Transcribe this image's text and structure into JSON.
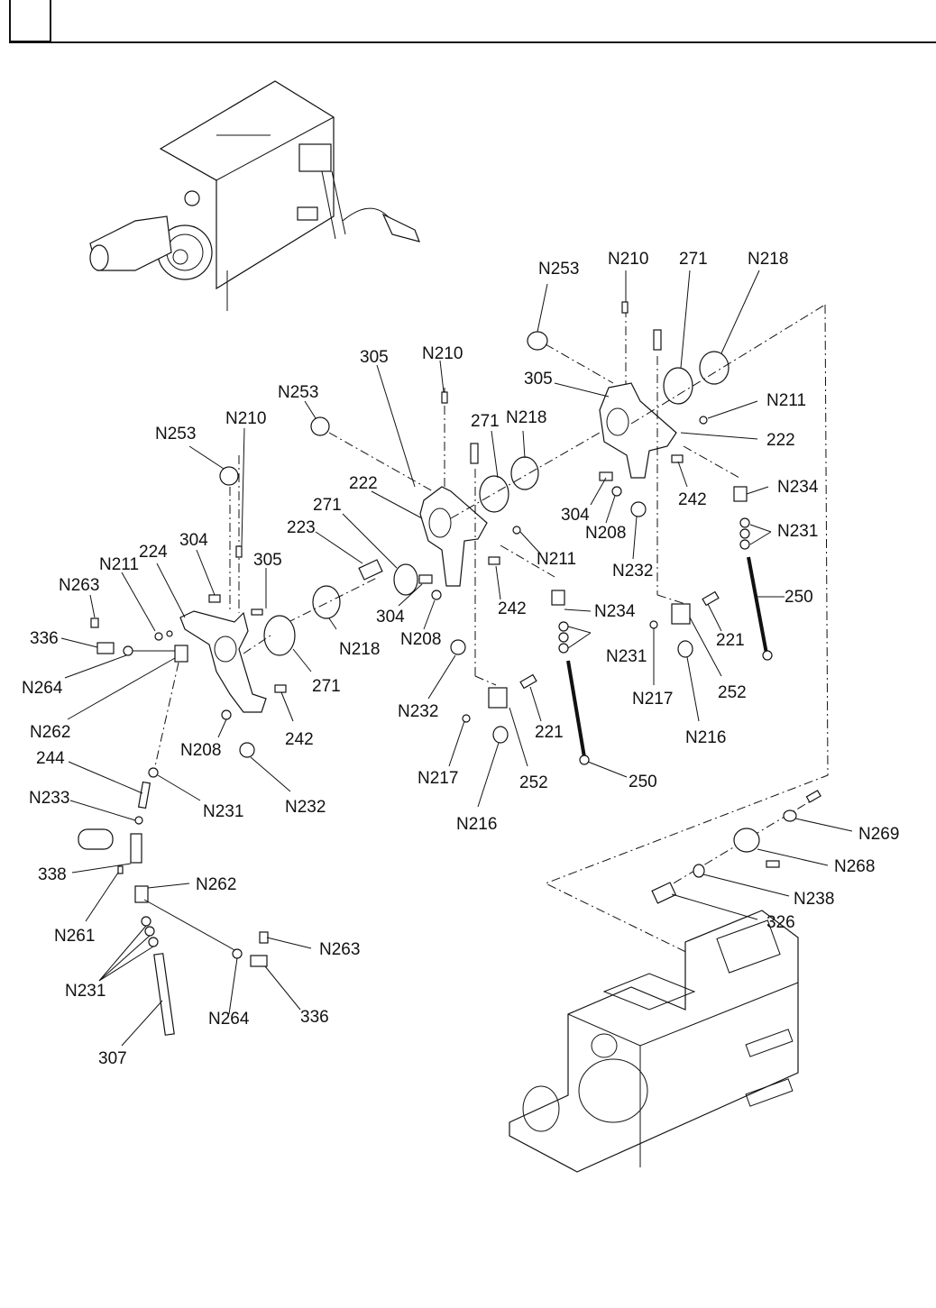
{
  "page": {
    "header_box_text": "",
    "colors": {
      "ink": "#111111",
      "background": "#ffffff"
    }
  },
  "diagram": {
    "title": "",
    "assemblies": [
      "top-motor-assembly",
      "right-lever-assembly",
      "center-lever-assembly",
      "left-lever-assembly",
      "base-frame"
    ],
    "labels": [
      {
        "id": "r-N253",
        "text": "N253"
      },
      {
        "id": "r-N210",
        "text": "N210"
      },
      {
        "id": "r-271",
        "text": "271"
      },
      {
        "id": "r-N218",
        "text": "N218"
      },
      {
        "id": "r-305",
        "text": "305"
      },
      {
        "id": "r-N211",
        "text": "N211"
      },
      {
        "id": "r-222",
        "text": "222"
      },
      {
        "id": "r-304",
        "text": "304"
      },
      {
        "id": "r-242",
        "text": "242"
      },
      {
        "id": "r-N234",
        "text": "N234"
      },
      {
        "id": "r-N208",
        "text": "N208"
      },
      {
        "id": "r-N231",
        "text": "N231"
      },
      {
        "id": "r-N232",
        "text": "N232"
      },
      {
        "id": "r-250",
        "text": "250"
      },
      {
        "id": "r-221",
        "text": "221"
      },
      {
        "id": "r-N217",
        "text": "N217"
      },
      {
        "id": "r-252",
        "text": "252"
      },
      {
        "id": "r-N216",
        "text": "N216"
      },
      {
        "id": "c-305",
        "text": "305"
      },
      {
        "id": "c-N210",
        "text": "N210"
      },
      {
        "id": "c-N253",
        "text": "N253"
      },
      {
        "id": "c-271a",
        "text": "271"
      },
      {
        "id": "c-N218",
        "text": "N218"
      },
      {
        "id": "c-222",
        "text": "222"
      },
      {
        "id": "c-271b",
        "text": "271"
      },
      {
        "id": "c-223",
        "text": "223"
      },
      {
        "id": "c-N211",
        "text": "N211"
      },
      {
        "id": "c-242",
        "text": "242"
      },
      {
        "id": "c-304",
        "text": "304"
      },
      {
        "id": "c-N208",
        "text": "N208"
      },
      {
        "id": "c-N234",
        "text": "N234"
      },
      {
        "id": "c-N231",
        "text": "N231"
      },
      {
        "id": "c-N232",
        "text": "N232"
      },
      {
        "id": "c-221",
        "text": "221"
      },
      {
        "id": "c-N217",
        "text": "N217"
      },
      {
        "id": "c-252",
        "text": "252"
      },
      {
        "id": "c-250",
        "text": "250"
      },
      {
        "id": "c-N216",
        "text": "N216"
      },
      {
        "id": "l-N253",
        "text": "N253"
      },
      {
        "id": "l-N210",
        "text": "N210"
      },
      {
        "id": "l-304",
        "text": "304"
      },
      {
        "id": "l-224",
        "text": "224"
      },
      {
        "id": "l-305",
        "text": "305"
      },
      {
        "id": "l-N211",
        "text": "N211"
      },
      {
        "id": "l-N263",
        "text": "N263"
      },
      {
        "id": "l-336",
        "text": "336"
      },
      {
        "id": "l-N264",
        "text": "N264"
      },
      {
        "id": "l-N218",
        "text": "N218"
      },
      {
        "id": "l-271",
        "text": "271"
      },
      {
        "id": "l-N262",
        "text": "N262"
      },
      {
        "id": "l-242",
        "text": "242"
      },
      {
        "id": "l-N208",
        "text": "N208"
      },
      {
        "id": "l-N232",
        "text": "N232"
      },
      {
        "id": "l-244",
        "text": "244"
      },
      {
        "id": "l-N231",
        "text": "N231"
      },
      {
        "id": "l-N233",
        "text": "N233"
      },
      {
        "id": "l-338",
        "text": "338"
      },
      {
        "id": "l-N262b",
        "text": "N262"
      },
      {
        "id": "l-N261",
        "text": "N261"
      },
      {
        "id": "l-N263b",
        "text": "N263"
      },
      {
        "id": "l-N231b",
        "text": "N231"
      },
      {
        "id": "l-N264b",
        "text": "N264"
      },
      {
        "id": "l-336b",
        "text": "336"
      },
      {
        "id": "l-307",
        "text": "307"
      },
      {
        "id": "b-N269",
        "text": "N269"
      },
      {
        "id": "b-N268",
        "text": "N268"
      },
      {
        "id": "b-N238",
        "text": "N238"
      },
      {
        "id": "b-326",
        "text": "326"
      }
    ]
  }
}
